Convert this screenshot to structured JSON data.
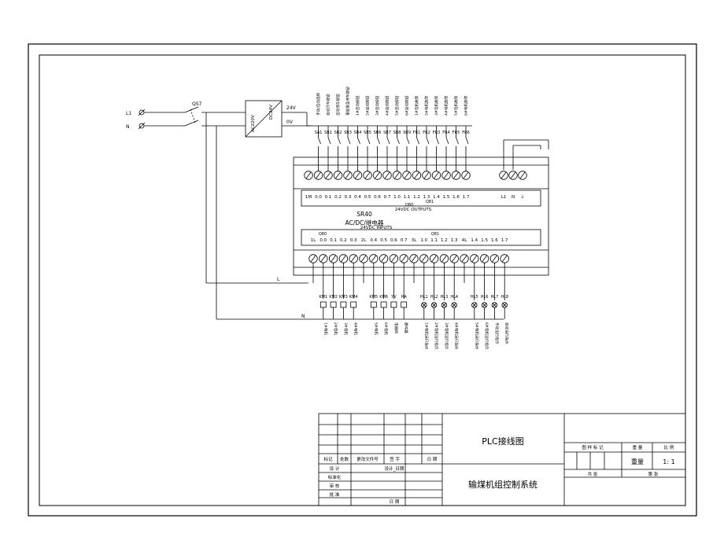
{
  "power": {
    "l1": "L1",
    "n": "N",
    "switch": "QS7",
    "psu_in": "AC220V",
    "psu_out": "DC24V",
    "v24": "24V",
    "v0": "0V",
    "bus_l": "L",
    "bus_n": "N"
  },
  "inputs": [
    {
      "tag": "SA1",
      "desc": "手动/自动选择"
    },
    {
      "tag": "SB1",
      "desc": "自动开车按钮"
    },
    {
      "tag": "SB2",
      "desc": "自动停车按钮"
    },
    {
      "tag": "SB3",
      "desc": "事故紧急停车按钮"
    },
    {
      "tag": "SB4",
      "desc": "1#启动按钮"
    },
    {
      "tag": "SB5",
      "desc": "2#启动按钮"
    },
    {
      "tag": "SB6",
      "desc": "3#启动按钮"
    },
    {
      "tag": "SB7",
      "desc": "4#启动按钮"
    },
    {
      "tag": "SB8",
      "desc": "5#启动按钮"
    },
    {
      "tag": "SB9",
      "desc": "6#启动按钮"
    },
    {
      "tag": "FR1",
      "desc": "1#电机故障"
    },
    {
      "tag": "FR2",
      "desc": "2#电机故障"
    },
    {
      "tag": "FR3",
      "desc": "3#电机故障"
    },
    {
      "tag": "FR4",
      "desc": "4#电机故障"
    },
    {
      "tag": "FR5",
      "desc": "5#电机故障"
    },
    {
      "tag": "FR6",
      "desc": "6#电机故障"
    }
  ],
  "plc": {
    "model": "SR40",
    "type": "AC/DC/继电器",
    "top_terminals": [
      "1M",
      "0.0",
      "0.1",
      "0.2",
      "0.3",
      "0.4",
      "0.5",
      "0.6",
      "0.7",
      "1.0",
      "1.1",
      "1.2",
      "1.3",
      "1.4",
      "1.5",
      "1.6",
      "1.7"
    ],
    "top_power": [
      "L1",
      "N",
      "⏚"
    ],
    "top_group_left": "Q80",
    "top_group_right": "Q81",
    "top_caption": "24VDC OUTPUTS",
    "bottom_caption": "24VDC INPUTS",
    "bottom_group_left": "Q80",
    "bottom_group_right": "Q81",
    "bottom_terminals": [
      "1L",
      "0.0",
      "0.1",
      "0.2",
      "0.3",
      "2L",
      "0.4",
      "0.5",
      "0.6",
      "0.7",
      "3L",
      "1.0",
      "1.1",
      "1.2",
      "1.3",
      "4L",
      "1.4",
      "1.5",
      "1.6",
      "1.7"
    ]
  },
  "outputs_a": [
    {
      "tag": "KM1",
      "desc": "1#电机"
    },
    {
      "tag": "KM2",
      "desc": "2#电机"
    },
    {
      "tag": "KM3",
      "desc": "3#电机"
    },
    {
      "tag": "KM4",
      "desc": "4#电机"
    }
  ],
  "outputs_b": [
    {
      "tag": "KM5",
      "desc": "5#电机"
    },
    {
      "tag": "KM6",
      "desc": "6#电机"
    },
    {
      "tag": "YV",
      "desc": "电磁阀"
    },
    {
      "tag": "HA",
      "desc": "蜂鸣器"
    }
  ],
  "lamps_a": [
    {
      "tag": "HL1",
      "desc": "1#电机运行指示"
    },
    {
      "tag": "HL2",
      "desc": "2#电机运行指示"
    },
    {
      "tag": "HL3",
      "desc": "3#电机运行指示"
    },
    {
      "tag": "HL4",
      "desc": "4#电机运行指示"
    }
  ],
  "lamps_b": [
    {
      "tag": "HL5",
      "desc": "5#电机运行指示"
    },
    {
      "tag": "HL6",
      "desc": "6#电机运行指示"
    },
    {
      "tag": "HL7",
      "desc": "手动运行指示"
    },
    {
      "tag": "HL8",
      "desc": "自动运行指示"
    }
  ],
  "title_block": {
    "drawing_title": "PLC接线图",
    "project": "输煤机组控制系统",
    "rev_headers": [
      "标记",
      "处数",
      "更改文件号",
      "签 字",
      "日 期"
    ],
    "design": "设 计",
    "design_date": "设计_日期",
    "standard": "标准化",
    "review": "审 核",
    "approve": "批 准",
    "date": "日 期",
    "stage_mark": "图 样 标 记",
    "weight": "重 量",
    "scale": "比 例",
    "weight_value": "重量",
    "scale_value": "1: 1",
    "total": "共 张",
    "sheet_no": "第 张"
  }
}
